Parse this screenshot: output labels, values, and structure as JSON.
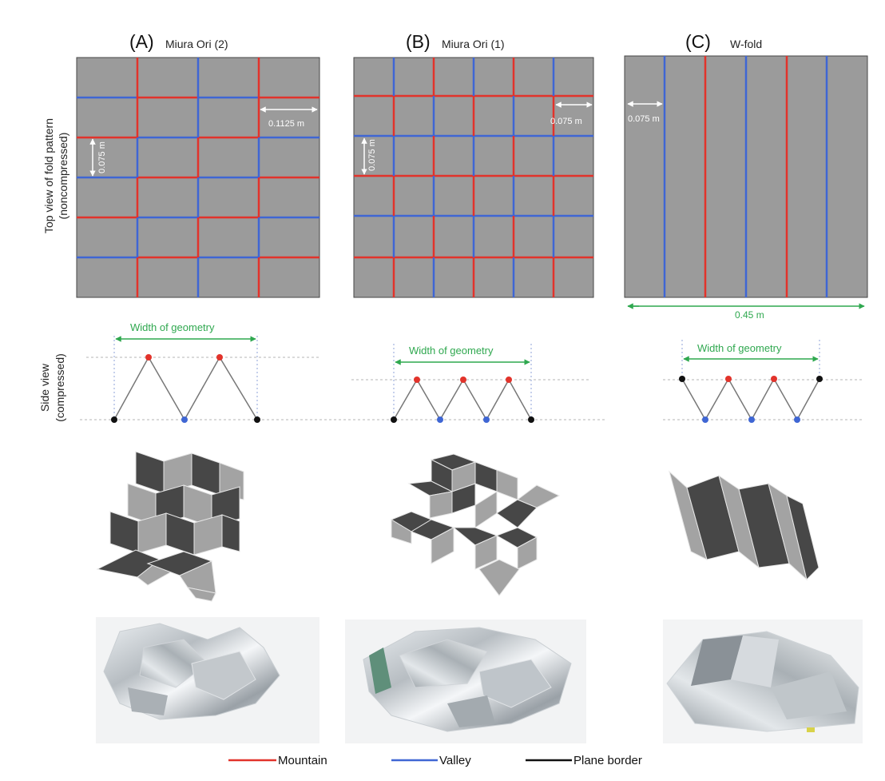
{
  "panels": [
    {
      "letter": "(A)",
      "name": "Miura Ori (2)",
      "dim_h": "0.1125 m",
      "dim_v": "0.075 m"
    },
    {
      "letter": "(B)",
      "name": "Miura Ori (1)",
      "dim_h": "0.075 m",
      "dim_v": "0.075 m"
    },
    {
      "letter": "(C)",
      "name": "W-fold",
      "dim_h": "0.075 m",
      "total_width": "0.45 m"
    }
  ],
  "row_labels": {
    "top_view_line1": "Top view of fold pattern",
    "top_view_line2": "(noncompressed)",
    "side_view_line1": "Side view",
    "side_view_line2": "(compressed)"
  },
  "width_label": "Width of geometry",
  "legend": [
    {
      "label": "Mountain",
      "color": "#e2332b"
    },
    {
      "label": "Valley",
      "color": "#3f66d4"
    },
    {
      "label": "Plane border",
      "color": "#111111"
    }
  ],
  "colors": {
    "panel": "#9b9b9b",
    "mountain": "#e2332b",
    "valley": "#3f66d4",
    "border": "#111111",
    "dimension": "#2fa84f",
    "facet_dark": "#474747",
    "facet_light": "#a3a3a3"
  }
}
